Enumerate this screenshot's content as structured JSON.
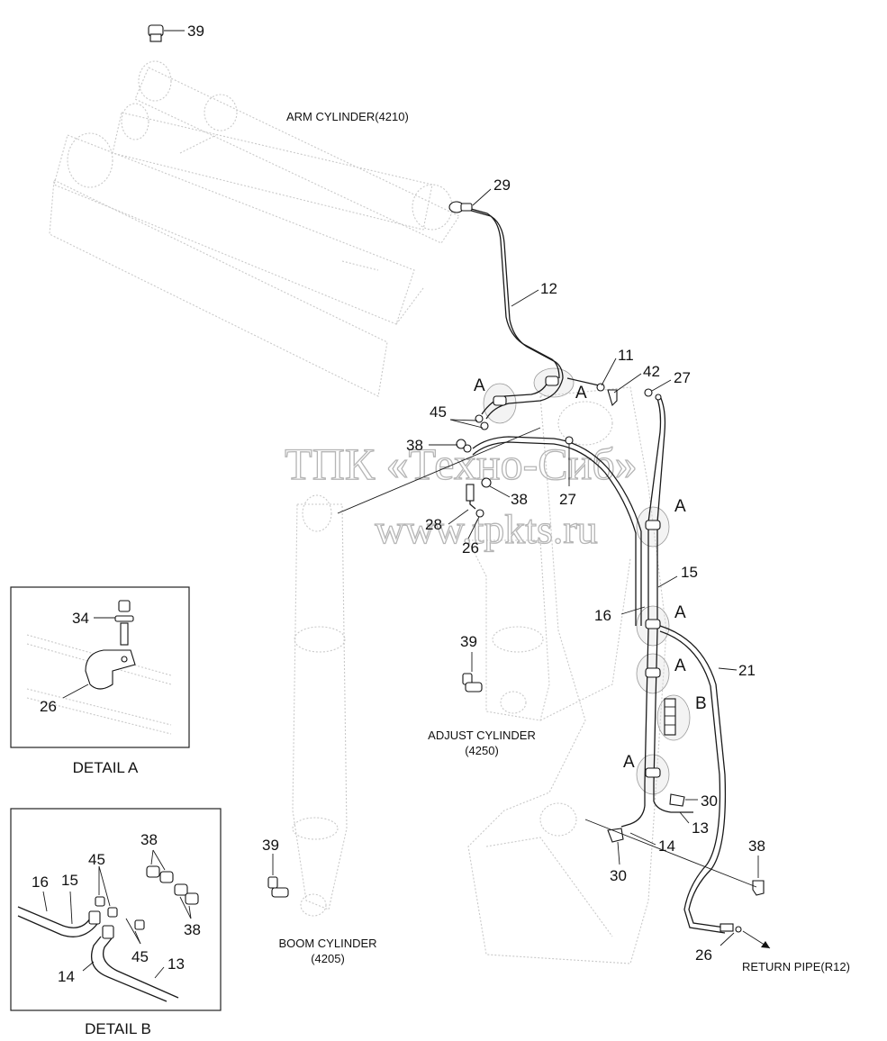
{
  "watermark": {
    "line1": "ТПК «Техно-Сиб»",
    "line2": "www.tpkts.ru"
  },
  "captions": {
    "arm_cylinder": "ARM CYLINDER(4210)",
    "adjust_cylinder_line1": "ADJUST CYLINDER",
    "adjust_cylinder_line2": "(4250)",
    "boom_cylinder_line1": "BOOM CYLINDER",
    "boom_cylinder_line2": "(4205)",
    "return_pipe": "RETURN PIPE(R12)"
  },
  "part_numbers": {
    "p39_top": "39",
    "p29": "29",
    "p12": "12",
    "p11": "11",
    "p42": "42",
    "p27_a": "27",
    "p45": "45",
    "p38_a": "38",
    "p27_b": "27",
    "p38_b": "38",
    "p28": "28",
    "p26_a": "26",
    "p15": "15",
    "p16": "16",
    "p21": "21",
    "p39_mid": "39",
    "p30_a": "30",
    "p13": "13",
    "p14": "14",
    "p30_b": "30",
    "p38_c": "38",
    "p39_low": "39",
    "p26_b": "26"
  },
  "ref_letters": {
    "a1": "A",
    "a2": "A",
    "a3": "A",
    "a4": "A",
    "a5": "A",
    "a6": "A",
    "b1": "B"
  },
  "detail_a": {
    "caption": "DETAIL  A",
    "p34": "34",
    "p26": "26"
  },
  "detail_b": {
    "caption": "DETAIL  B",
    "p16": "16",
    "p15": "15",
    "p45_top": "45",
    "p38_top": "38",
    "p38_right": "38",
    "p45_bottom": "45",
    "p14": "14",
    "p13": "13"
  }
}
